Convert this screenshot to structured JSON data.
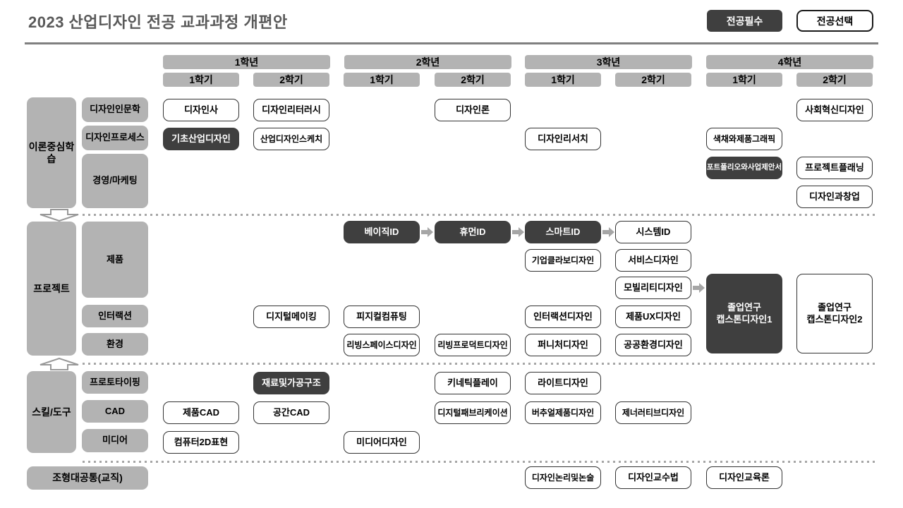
{
  "title": "2023 산업디자인 전공 교과과정 개편안",
  "legend": [
    {
      "label": "전공필수",
      "type": "required"
    },
    {
      "label": "전공선택",
      "type": "elective"
    }
  ],
  "colors": {
    "required_bg": "#3f3f3f",
    "elective_border": "#333333",
    "header_bg": "#b3b3b3",
    "title_text": "#595959",
    "divider": "#a6a6a6",
    "flow_arrow": "#a6a6a6"
  },
  "years": [
    {
      "label": "1학년",
      "semesters": [
        {
          "label": "1학기"
        },
        {
          "label": "2학기"
        }
      ]
    },
    {
      "label": "2학년",
      "semesters": [
        {
          "label": "1학기"
        },
        {
          "label": "2학기"
        }
      ]
    },
    {
      "label": "3학년",
      "semesters": [
        {
          "label": "1학기"
        },
        {
          "label": "2학기"
        }
      ]
    },
    {
      "label": "4학년",
      "semesters": [
        {
          "label": "1학기"
        },
        {
          "label": "2학기"
        }
      ]
    }
  ],
  "sections": [
    {
      "id": "theory",
      "label": "이론중심학습",
      "subcategories": [
        {
          "label": "디자인인문학"
        },
        {
          "label": "디자인프로세스"
        },
        {
          "label": "경영/마케팅"
        }
      ]
    },
    {
      "id": "project",
      "label": "프로젝트",
      "subcategories": [
        {
          "label": "제품"
        },
        {
          "label": "인터랙션"
        },
        {
          "label": "환경"
        }
      ]
    },
    {
      "id": "skills",
      "label": "스킬/도구",
      "subcategories": [
        {
          "label": "프로토타이핑"
        },
        {
          "label": "CAD"
        },
        {
          "label": "미디어"
        }
      ]
    },
    {
      "id": "common",
      "label": "조형대공통(교직)",
      "subcategories": []
    }
  ],
  "courses": [
    {
      "label": "디자인사",
      "type": "elective",
      "col": 0,
      "row": "t1"
    },
    {
      "label": "디자인리터러시",
      "type": "elective",
      "col": 1,
      "row": "t1"
    },
    {
      "label": "디자인론",
      "type": "elective",
      "col": 3,
      "row": "t1"
    },
    {
      "label": "사회혁신디자인",
      "type": "elective",
      "col": 7,
      "row": "t1"
    },
    {
      "label": "기초산업디자인",
      "type": "required",
      "col": 0,
      "row": "t2"
    },
    {
      "label": "산업디자인스케치",
      "type": "elective",
      "col": 1,
      "row": "t2"
    },
    {
      "label": "디자인리서치",
      "type": "elective",
      "col": 4,
      "row": "t2"
    },
    {
      "label": "색채와제품그래픽",
      "type": "elective",
      "col": 6,
      "row": "t2"
    },
    {
      "label": "포트폴리오와사업제안서",
      "type": "required",
      "col": 6,
      "row": "t3"
    },
    {
      "label": "프로젝트플래닝",
      "type": "elective",
      "col": 7,
      "row": "t3"
    },
    {
      "label": "디자인과창업",
      "type": "elective",
      "col": 7,
      "row": "t4"
    },
    {
      "label": "베이직ID",
      "type": "required",
      "col": 2,
      "row": "p1"
    },
    {
      "label": "휴먼ID",
      "type": "required",
      "col": 3,
      "row": "p1"
    },
    {
      "label": "스마트ID",
      "type": "required",
      "col": 4,
      "row": "p1"
    },
    {
      "label": "시스템ID",
      "type": "elective",
      "col": 5,
      "row": "p1"
    },
    {
      "label": "기업클라보디자인",
      "type": "elective",
      "col": 4,
      "row": "p2"
    },
    {
      "label": "서비스디자인",
      "type": "elective",
      "col": 5,
      "row": "p2"
    },
    {
      "label": "모빌리티디자인",
      "type": "elective",
      "col": 5,
      "row": "p3"
    },
    {
      "label": "졸업연구\n캡스톤디자인1",
      "type": "required",
      "col": 6,
      "row": "cap"
    },
    {
      "label": "졸업연구\n캡스톤디자인2",
      "type": "elective",
      "col": 7,
      "row": "cap"
    },
    {
      "label": "디지털메이킹",
      "type": "elective",
      "col": 1,
      "row": "p4"
    },
    {
      "label": "피지컬컴퓨팅",
      "type": "elective",
      "col": 2,
      "row": "p4"
    },
    {
      "label": "인터랙션디자인",
      "type": "elective",
      "col": 4,
      "row": "p4"
    },
    {
      "label": "제품UX디자인",
      "type": "elective",
      "col": 5,
      "row": "p4"
    },
    {
      "label": "리빙스페이스디자인",
      "type": "elective",
      "col": 2,
      "row": "p5"
    },
    {
      "label": "리빙프로덕트디자인",
      "type": "elective",
      "col": 3,
      "row": "p5"
    },
    {
      "label": "퍼니처디자인",
      "type": "elective",
      "col": 4,
      "row": "p5"
    },
    {
      "label": "공공환경디자인",
      "type": "elective",
      "col": 5,
      "row": "p5"
    },
    {
      "label": "재료및가공구조",
      "type": "required",
      "col": 1,
      "row": "s1"
    },
    {
      "label": "키네틱플레이",
      "type": "elective",
      "col": 3,
      "row": "s1"
    },
    {
      "label": "라이트디자인",
      "type": "elective",
      "col": 4,
      "row": "s1"
    },
    {
      "label": "제품CAD",
      "type": "elective",
      "col": 0,
      "row": "s2"
    },
    {
      "label": "공간CAD",
      "type": "elective",
      "col": 1,
      "row": "s2"
    },
    {
      "label": "디지털패브리케이션",
      "type": "elective",
      "col": 3,
      "row": "s2"
    },
    {
      "label": "버추얼제품디자인",
      "type": "elective",
      "col": 4,
      "row": "s2"
    },
    {
      "label": "제너러티브디자인",
      "type": "elective",
      "col": 5,
      "row": "s2"
    },
    {
      "label": "컴퓨터2D표현",
      "type": "elective",
      "col": 0,
      "row": "s3"
    },
    {
      "label": "미디어디자인",
      "type": "elective",
      "col": 2,
      "row": "s3"
    },
    {
      "label": "디자인논리및논술",
      "type": "elective",
      "col": 4,
      "row": "b1"
    },
    {
      "label": "디자인교수법",
      "type": "elective",
      "col": 5,
      "row": "b1"
    },
    {
      "label": "디자인교육론",
      "type": "elective",
      "col": 6,
      "row": "b1"
    }
  ],
  "flow_arrows": [
    {
      "from": "베이직ID",
      "to": "휴먼ID"
    },
    {
      "from": "휴먼ID",
      "to": "스마트ID"
    },
    {
      "from": "스마트ID",
      "to": "시스템ID"
    },
    {
      "from": "모빌리티디자인",
      "to": "졸업연구\n캡스톤디자인1"
    }
  ],
  "section_flow": [
    {
      "from": "이론중심학습",
      "to": "프로젝트",
      "direction": "down"
    },
    {
      "from": "스킬/도구",
      "to": "프로젝트",
      "direction": "up"
    }
  ]
}
